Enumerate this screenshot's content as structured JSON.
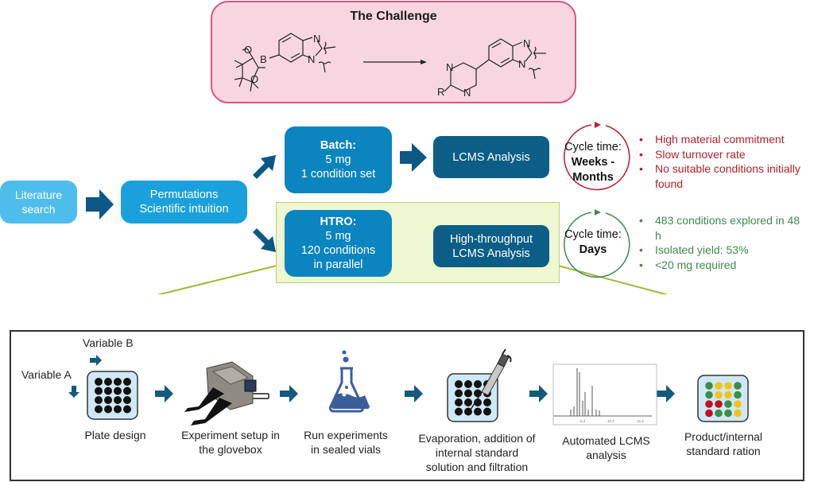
{
  "challenge": {
    "title": "The Challenge",
    "reactant": {
      "atoms": [
        "O",
        "B",
        "O",
        "N",
        "N"
      ]
    },
    "product": {
      "atoms": [
        "N",
        "N",
        "R",
        "N",
        "N"
      ]
    }
  },
  "workflow": {
    "literature": {
      "line1": "Literature",
      "line2": "search"
    },
    "permutations": {
      "line1": "Permutations",
      "line2": "Scientific intuition"
    },
    "batch": {
      "title": "Batch:",
      "line1": "5 mg",
      "line2": "1 condition set"
    },
    "batch_analysis": "LCMS Analysis",
    "htro": {
      "title": "HTRO:",
      "line1": "5 mg",
      "line2": "120 conditions",
      "line3": "in parallel"
    },
    "htro_analysis": {
      "line1": "High-throughput",
      "line2": "LCMS Analysis"
    }
  },
  "batch_cycle": {
    "label": "Cycle time:",
    "value_line1": "Weeks -",
    "value_line2": "Months",
    "color": "#b3202c",
    "bullets": [
      "High material commitment",
      "Slow turnover rate",
      "No suitable conditions initially found"
    ]
  },
  "htro_cycle": {
    "label": "Cycle time:",
    "value": "Days",
    "color": "#3e8a4f",
    "bullets": [
      "483 conditions explored in 48 h",
      "Isolated yield: 53%",
      "<20 mg required"
    ]
  },
  "steps": {
    "variable_a": "Variable A",
    "variable_b": "Variable B",
    "plate_design": "Plate design",
    "glovebox": {
      "line1": "Experiment setup in",
      "line2": "the glovebox"
    },
    "run": {
      "line1": "Run experiments",
      "line2": "in sealed vials"
    },
    "evaporation": {
      "line1": "Evaporation, addition of",
      "line2": "internal standard",
      "line3": "solution and filtration"
    },
    "lcms": {
      "line1": "Automated LCMS",
      "line2": "analysis",
      "ticks": [
        "5.4",
        "10.4",
        "15.4"
      ]
    },
    "ratio": {
      "line1": "Product/internal",
      "line2": "standard ration",
      "grid": [
        [
          "green",
          "yellow",
          "yellow",
          "green"
        ],
        [
          "green",
          "yellow",
          "yellow",
          "green"
        ],
        [
          "red",
          "red",
          "green",
          "yellow"
        ],
        [
          "red",
          "green",
          "green",
          "yellow"
        ]
      ]
    }
  },
  "colors": {
    "arrow": "#0b5886",
    "step_arrow": "#135a7c",
    "zoom_lines": "#a4b63c",
    "grid_green": "#3c8c46",
    "grid_yellow": "#f5c21a",
    "grid_red": "#c0101c"
  }
}
